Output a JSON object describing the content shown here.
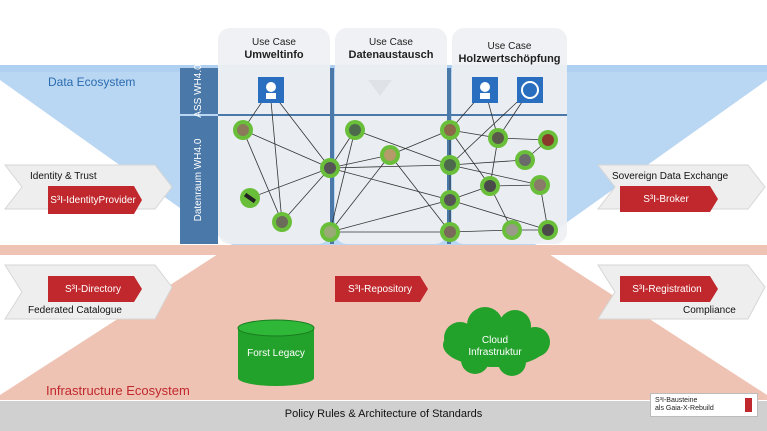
{
  "ecosystems": {
    "data": "Data Ecosystem",
    "infrastructure": "Infrastructure Ecosystem"
  },
  "use_cases": [
    {
      "line1": "Use Case",
      "line2": "Umweltinfo"
    },
    {
      "line1": "Use Case",
      "line2": "Datenaustausch"
    },
    {
      "line1": "Use Case",
      "line2": "Holzwertschöpfung"
    }
  ],
  "layers": {
    "ass": "ASS WH4.0",
    "datenraum": "Datenraum WH4.0"
  },
  "left": {
    "identity_trust": "Identity & Trust",
    "identity_provider": "S³I-IdentityProvider",
    "directory": "S³I-Directory",
    "federated_catalogue": "Federated Catalogue"
  },
  "right": {
    "sovereign_exchange": "Sovereign Data Exchange",
    "broker": "S³I-Broker",
    "registration": "S³I-Registration",
    "compliance": "Compliance"
  },
  "center": {
    "repository": "S³I-Repository",
    "forst_legacy": "Forst Legacy",
    "cloud": "Cloud Infrastruktur"
  },
  "footer": {
    "policy": "Policy Rules & Architecture of Standards",
    "legend_line1": "S³I-Bausteine",
    "legend_line2": "als Gaia-X-Rebuild"
  },
  "colors": {
    "data_band": "#b9d6f2",
    "infra_band": "#efc3b3",
    "red_module": "#c0282d",
    "node_green": "#6abf3a",
    "column_blue": "#4a78a8"
  }
}
